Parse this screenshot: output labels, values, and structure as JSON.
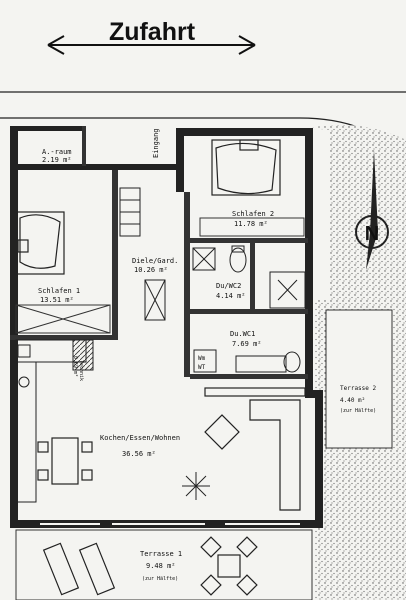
{
  "header": {
    "title": "Zufahrt"
  },
  "entrance": {
    "label": "Eingang"
  },
  "compass": {
    "letter": "N"
  },
  "rooms": [
    {
      "id": "a-raum",
      "name": "A.-raum",
      "area": "2.19 m²"
    },
    {
      "id": "schlafen-1",
      "name": "Schlafen 1",
      "area": "13.51 m²"
    },
    {
      "id": "diele",
      "name": "Diele/Gard.",
      "area": "10.26 m²"
    },
    {
      "id": "schlafen-2",
      "name": "Schlafen 2",
      "area": "11.78 m²"
    },
    {
      "id": "du-wc2",
      "name": "Du/WC2",
      "area": "4.14 m²"
    },
    {
      "id": "du-wc1",
      "name": "Du.WC1",
      "area": "7.69 m²"
    },
    {
      "id": "kochen",
      "name": "Kochen/Essen/Wohnen",
      "area": "36.56 m²"
    },
    {
      "id": "terrasse-1",
      "name": "Terrasse 1",
      "area": "9.48 m²",
      "note": "(zur Hälfte)"
    },
    {
      "id": "terrasse-2",
      "name": "Terrasse 2",
      "area": "4.40 m²",
      "note": "(zur Hälfte)"
    }
  ],
  "labels": {
    "technik_1": "Technik",
    "technik_2": "0.69 m²",
    "waschmaschine_1": "Wm",
    "waschmaschine_2": "WT"
  }
}
